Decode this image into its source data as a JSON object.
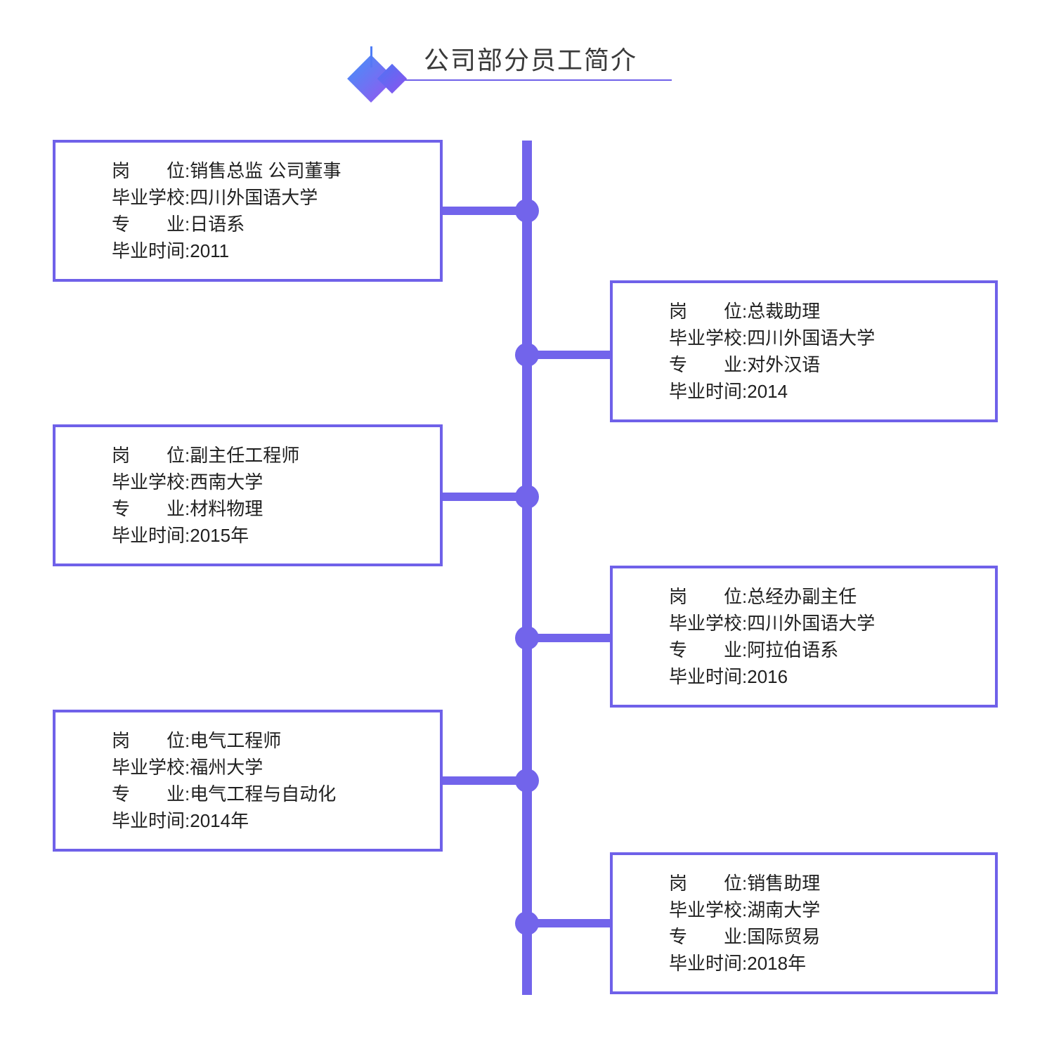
{
  "title": "公司部分员工简介",
  "colors": {
    "accent": "#6F61E9",
    "line": "#7264EB",
    "diamond_blue": "#4E7DF6",
    "diamond_purple": "#7D5BF0",
    "title_text": "#3A3A3A",
    "body_text": "#1F1F1F",
    "bg": "#FFFFFF"
  },
  "entries": [
    {
      "side": "left",
      "lines": [
        {
          "label": "岗　　位:",
          "value": "销售总监 公司董事"
        },
        {
          "label": "毕业学校:",
          "value": "四川外国语大学"
        },
        {
          "label": "专　　业:",
          "value": "日语系"
        },
        {
          "label": "毕业时间:",
          "value": "2011"
        }
      ]
    },
    {
      "side": "right",
      "lines": [
        {
          "label": "岗　　位:",
          "value": "总裁助理"
        },
        {
          "label": "毕业学校:",
          "value": "四川外国语大学"
        },
        {
          "label": "专　　业:",
          "value": "对外汉语"
        },
        {
          "label": "毕业时间:",
          "value": "2014"
        }
      ]
    },
    {
      "side": "left",
      "lines": [
        {
          "label": "岗　　位:",
          "value": "副主任工程师"
        },
        {
          "label": "毕业学校:",
          "value": "西南大学"
        },
        {
          "label": "专　　业:",
          "value": "材料物理"
        },
        {
          "label": "毕业时间:",
          "value": "2015年"
        }
      ]
    },
    {
      "side": "right",
      "lines": [
        {
          "label": "岗　　位:",
          "value": "总经办副主任"
        },
        {
          "label": "毕业学校:",
          "value": "四川外国语大学"
        },
        {
          "label": "专　　业:",
          "value": "阿拉伯语系"
        },
        {
          "label": "毕业时间:",
          "value": "2016"
        }
      ]
    },
    {
      "side": "left",
      "lines": [
        {
          "label": "岗　　位:",
          "value": "电气工程师"
        },
        {
          "label": "毕业学校:",
          "value": "福州大学"
        },
        {
          "label": "专　　业:",
          "value": "电气工程与自动化"
        },
        {
          "label": "毕业时间:",
          "value": "2014年"
        }
      ]
    },
    {
      "side": "right",
      "lines": [
        {
          "label": "岗　　位:",
          "value": "销售助理"
        },
        {
          "label": "毕业学校:",
          "value": "湖南大学"
        },
        {
          "label": "专　　业:",
          "value": "国际贸易"
        },
        {
          "label": "毕业时间:",
          "value": "2018年"
        }
      ]
    }
  ]
}
